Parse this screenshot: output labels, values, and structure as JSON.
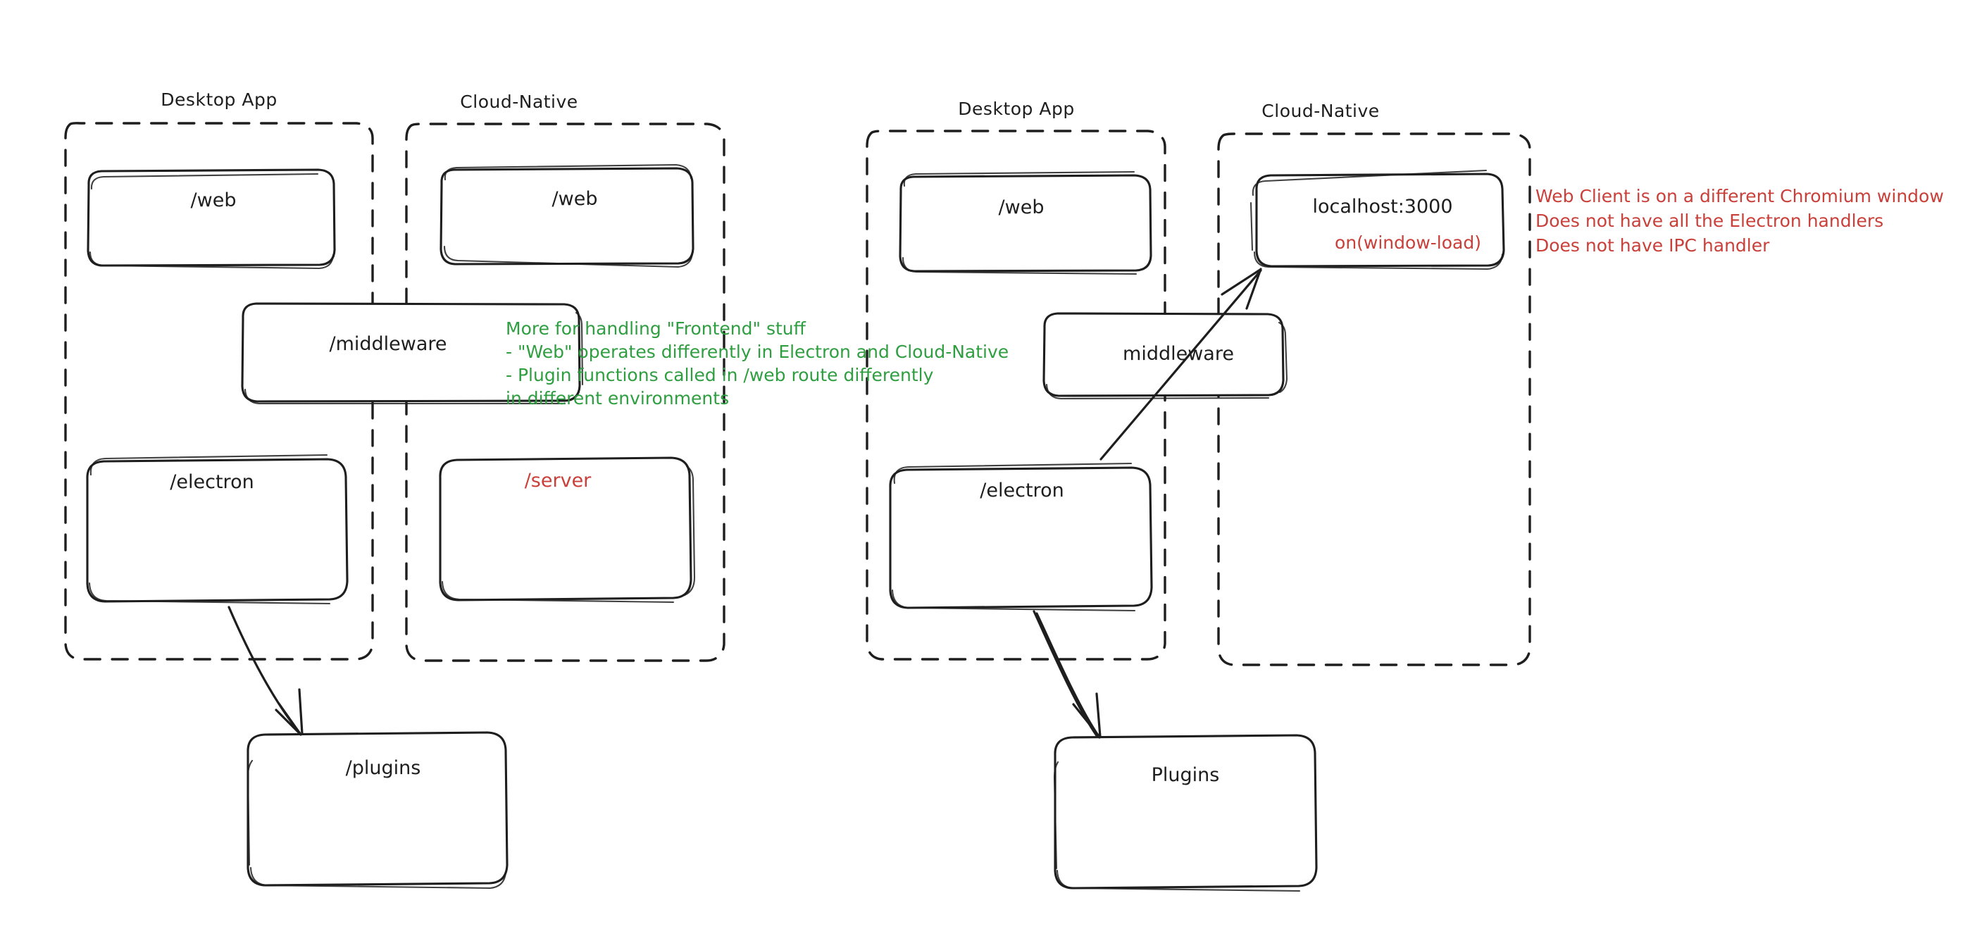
{
  "meta": {
    "title": "Electron vs Cloud-Native architecture sketch",
    "style": "hand-drawn whiteboard diagram",
    "background": "#ffffff",
    "ink": "#1e1e1e",
    "accent_green": "#2f9e41",
    "accent_red": "#c9403a"
  },
  "diagrams": [
    {
      "id": "left-diagram",
      "name": "current-architecture",
      "groups": [
        {
          "id": "left-desktop",
          "title": "Desktop App",
          "nodes": [
            {
              "id": "left-desktop-web",
              "label": "/web"
            },
            {
              "id": "left-desktop-electron",
              "label": "/electron"
            }
          ]
        },
        {
          "id": "left-cloud",
          "title": "Cloud-Native",
          "nodes": [
            {
              "id": "left-cloud-web",
              "label": "/web"
            },
            {
              "id": "left-cloud-server",
              "label": "/server",
              "color": "#c9403a"
            }
          ]
        }
      ],
      "shared_nodes": [
        {
          "id": "left-middleware",
          "label": "/middleware"
        },
        {
          "id": "left-plugins",
          "label": "/plugins"
        }
      ],
      "annotations": [
        {
          "id": "left-green-note",
          "color": "#2f9e41",
          "lines": [
            "More for handling \"Frontend\" stuff",
            "- \"Web\" operates differently in Electron and Cloud-Native",
            "- Plugin functions called in /web route differently",
            "in different environments"
          ]
        }
      ],
      "arrows": [
        {
          "id": "left-electron-to-plugins",
          "from": "/electron",
          "to": "/plugins"
        }
      ]
    },
    {
      "id": "right-diagram",
      "name": "proposed-architecture",
      "groups": [
        {
          "id": "right-desktop",
          "title": "Desktop App",
          "nodes": [
            {
              "id": "right-desktop-web",
              "label": "/web"
            },
            {
              "id": "right-desktop-electron",
              "label": "/electron"
            }
          ]
        },
        {
          "id": "right-cloud",
          "title": "Cloud-Native",
          "nodes": [
            {
              "id": "right-cloud-localhost",
              "label": "localhost:3000",
              "sublabel": "on(window-load)",
              "sublabel_color": "#c9403a"
            }
          ]
        }
      ],
      "shared_nodes": [
        {
          "id": "right-middleware",
          "label": "middleware"
        },
        {
          "id": "right-plugins",
          "label": "Plugins"
        }
      ],
      "annotations": [
        {
          "id": "right-red-note",
          "color": "#c9403a",
          "lines": [
            "Web Client is on a different Chromium window",
            "Does not have all the Electron handlers",
            "Does not have IPC handler"
          ]
        }
      ],
      "arrows": [
        {
          "id": "right-electron-to-localhost",
          "from": "/electron",
          "to": "localhost:3000"
        },
        {
          "id": "right-electron-to-plugins",
          "from": "/electron",
          "to": "Plugins"
        }
      ]
    }
  ],
  "labels": {
    "left": {
      "desktop_title": "Desktop App",
      "cloud_title": "Cloud-Native",
      "web_desktop": "/web",
      "web_cloud": "/web",
      "middleware": "/middleware",
      "electron": "/electron",
      "server": "/server",
      "plugins": "/plugins",
      "note_l1": "More for handling \"Frontend\" stuff",
      "note_l2": "- \"Web\" operates differently in Electron and Cloud-Native",
      "note_l3": "- Plugin functions called in /web route differently",
      "note_l4": "in different environments"
    },
    "right": {
      "desktop_title": "Desktop App",
      "cloud_title": "Cloud-Native",
      "web_desktop": "/web",
      "localhost": "localhost:3000",
      "onwindowload": "on(window-load)",
      "middleware": "middleware",
      "electron": "/electron",
      "plugins": "Plugins",
      "note_l1": "Web Client is on a different Chromium window",
      "note_l2": "Does not have all the Electron handlers",
      "note_l3": "Does not have IPC handler"
    }
  }
}
